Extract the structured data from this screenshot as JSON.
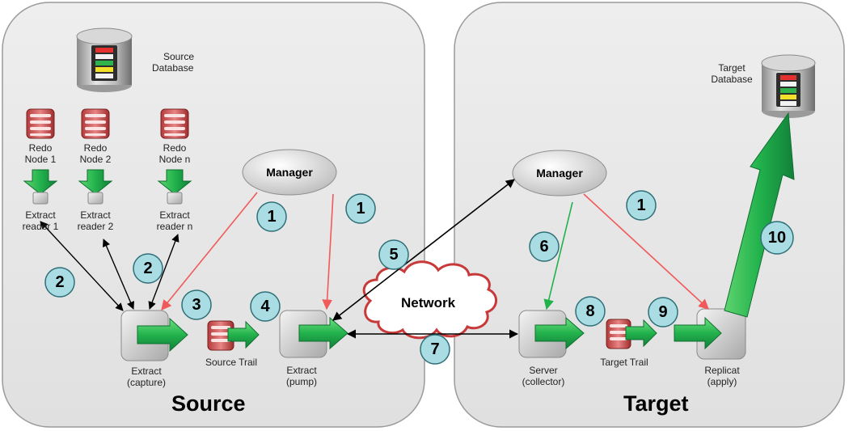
{
  "panels": {
    "source_title": "Source",
    "target_title": "Target"
  },
  "source": {
    "database_label_line1": "Source",
    "database_label_line2": "Database",
    "redo_nodes": [
      {
        "line1": "Redo",
        "line2": "Node 1"
      },
      {
        "line1": "Redo",
        "line2": "Node 2"
      },
      {
        "line1": "Redo",
        "line2": "Node n"
      }
    ],
    "readers": [
      {
        "line1": "Extract",
        "line2": "reader 1"
      },
      {
        "line1": "Extract",
        "line2": "reader 2"
      },
      {
        "line1": "Extract",
        "line2": "reader n"
      }
    ],
    "manager_label": "Manager",
    "extract_capture_line1": "Extract",
    "extract_capture_line2": "(capture)",
    "source_trail_label": "Source Trail",
    "extract_pump_line1": "Extract",
    "extract_pump_line2": "(pump)"
  },
  "network": {
    "label": "Network"
  },
  "target": {
    "database_label_line1": "Target",
    "database_label_line2": "Database",
    "manager_label": "Manager",
    "server_line1": "Server",
    "server_line2": "(collector)",
    "target_trail_label": "Target Trail",
    "replicat_line1": "Replicat",
    "replicat_line2": "(apply)"
  },
  "steps": {
    "s1a": "1",
    "s1b": "1",
    "s1c": "1",
    "s2a": "2",
    "s2b": "2",
    "s3": "3",
    "s4": "4",
    "s5": "5",
    "s6": "6",
    "s7": "7",
    "s8": "8",
    "s9": "9",
    "s10": "10"
  },
  "colors": {
    "panel_fill": "#e6e6e6",
    "step_circle": "#a9dde3",
    "green_arrow": "#22b24c",
    "red_arrow": "#f05a5a",
    "cloud_outline": "#c83a3a"
  }
}
